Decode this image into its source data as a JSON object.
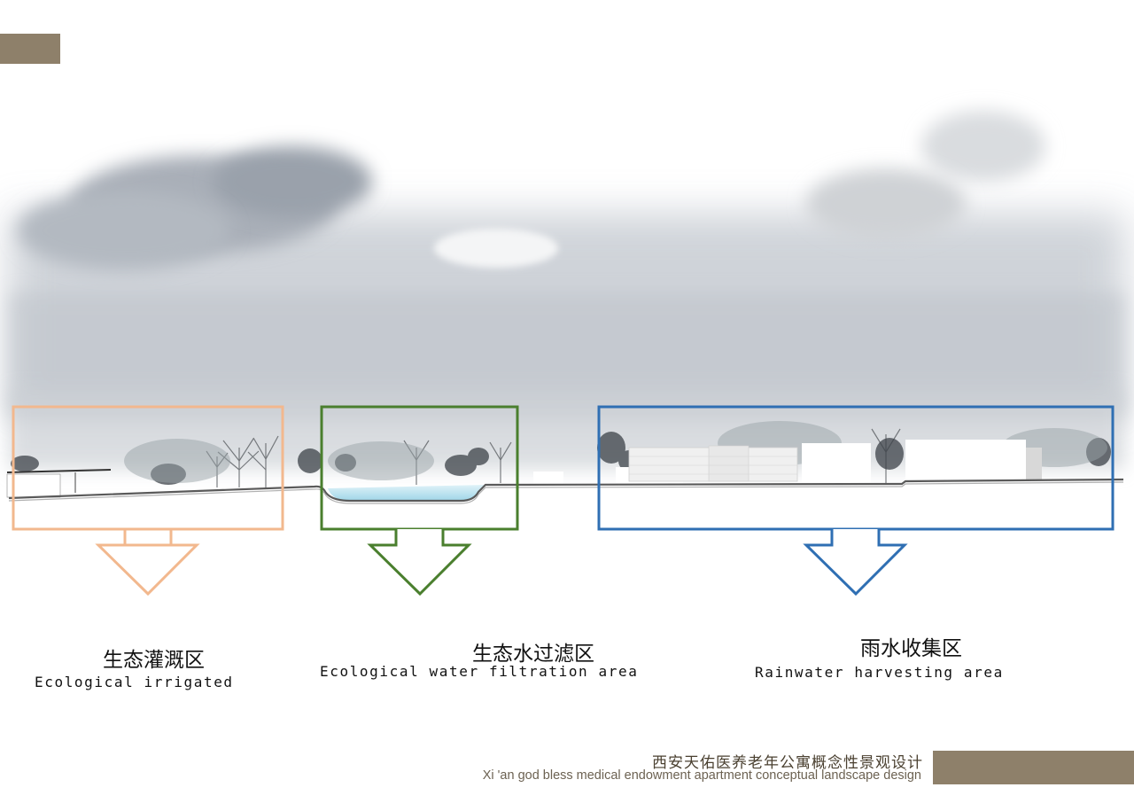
{
  "colors": {
    "accent_tab": "#8e806a",
    "irrigated": "#f2b88e",
    "filtration": "#4a7f2e",
    "harvesting": "#2f6fb3"
  },
  "zones": [
    {
      "title_cn": "生态灌溉区",
      "title_en": "Ecological irrigated",
      "color": "#f2b88e"
    },
    {
      "title_cn": "生态水过滤区",
      "title_en": "Ecological water filtration area",
      "color": "#4a7f2e"
    },
    {
      "title_cn": "雨水收集区",
      "title_en": "Rainwater harvesting area",
      "color": "#2f6fb3"
    }
  ],
  "footer": {
    "title_cn": "西安天佑医养老年公寓概念性景观设计",
    "title_en": "Xi 'an god bless medical endowment apartment conceptual landscape design"
  }
}
